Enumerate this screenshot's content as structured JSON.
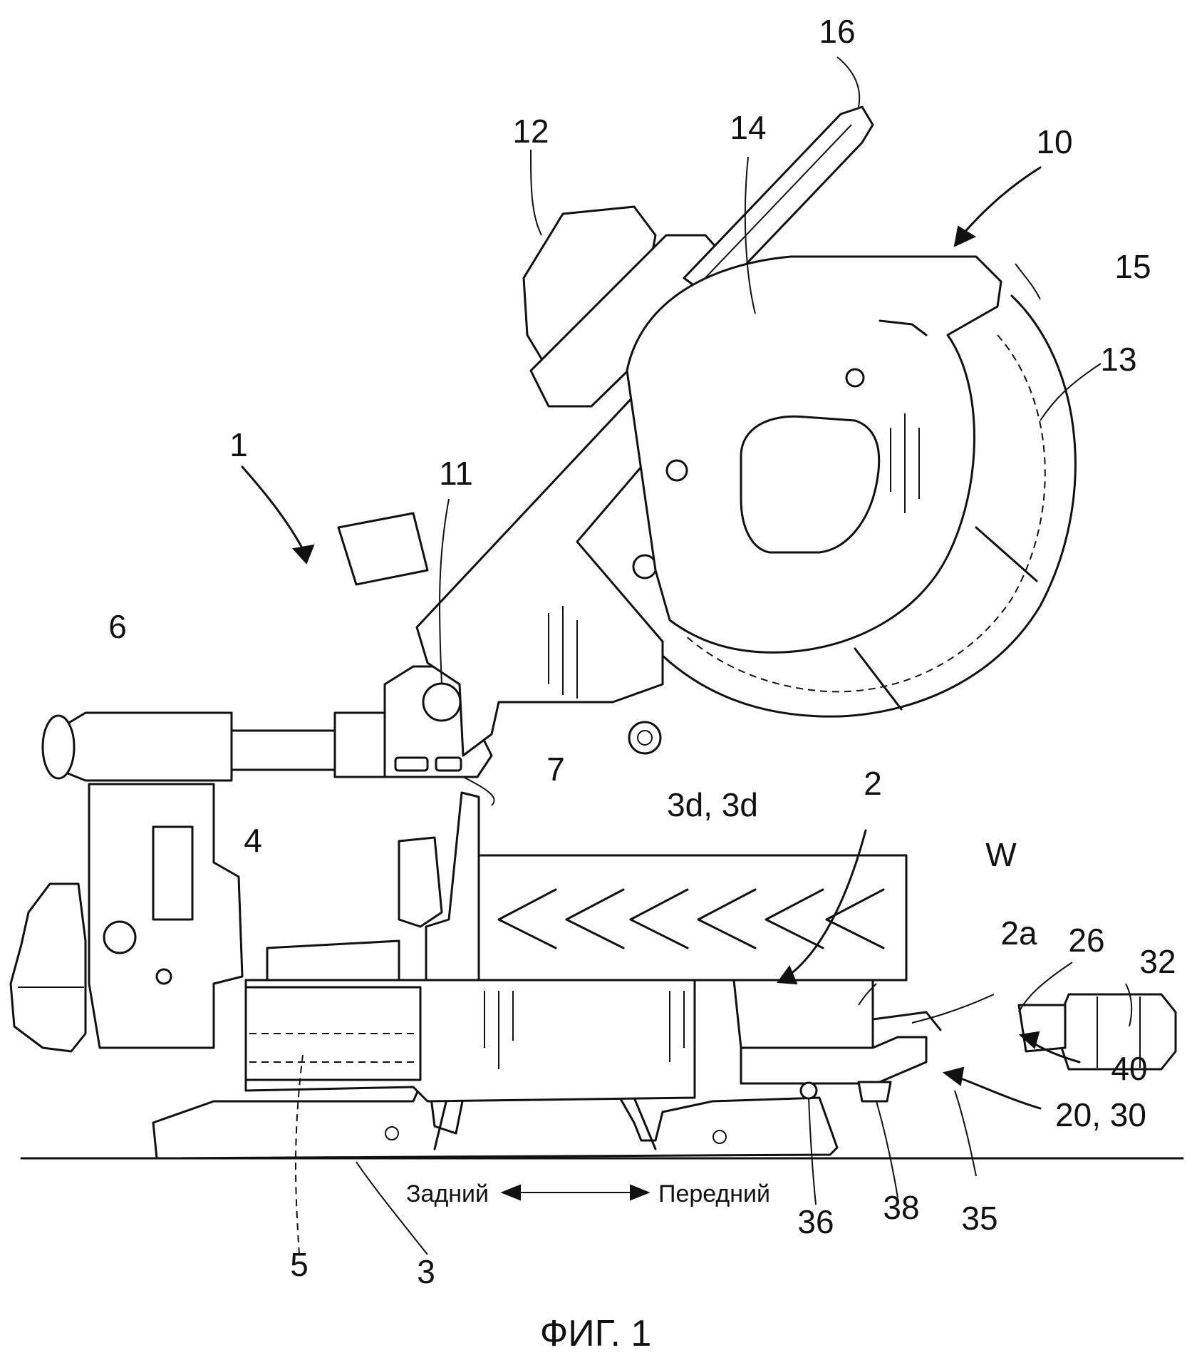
{
  "caption": "ФИГ. 1",
  "direction": {
    "rear": "Задний",
    "front": "Передний"
  },
  "labels": {
    "l16": "16",
    "l12": "12",
    "l14": "14",
    "l10": "10",
    "l15": "15",
    "l13": "13",
    "l1": "1",
    "l11": "11",
    "l6": "6",
    "l7": "7",
    "l2": "2",
    "l3d": "3d, 3d",
    "l4": "4",
    "lW": "W",
    "l2a": "2a",
    "l26": "26",
    "l32": "32",
    "l40": "40",
    "l2030": "20, 30",
    "l5": "5",
    "l36": "36",
    "l38": "38",
    "l35": "35",
    "l3": "3"
  }
}
